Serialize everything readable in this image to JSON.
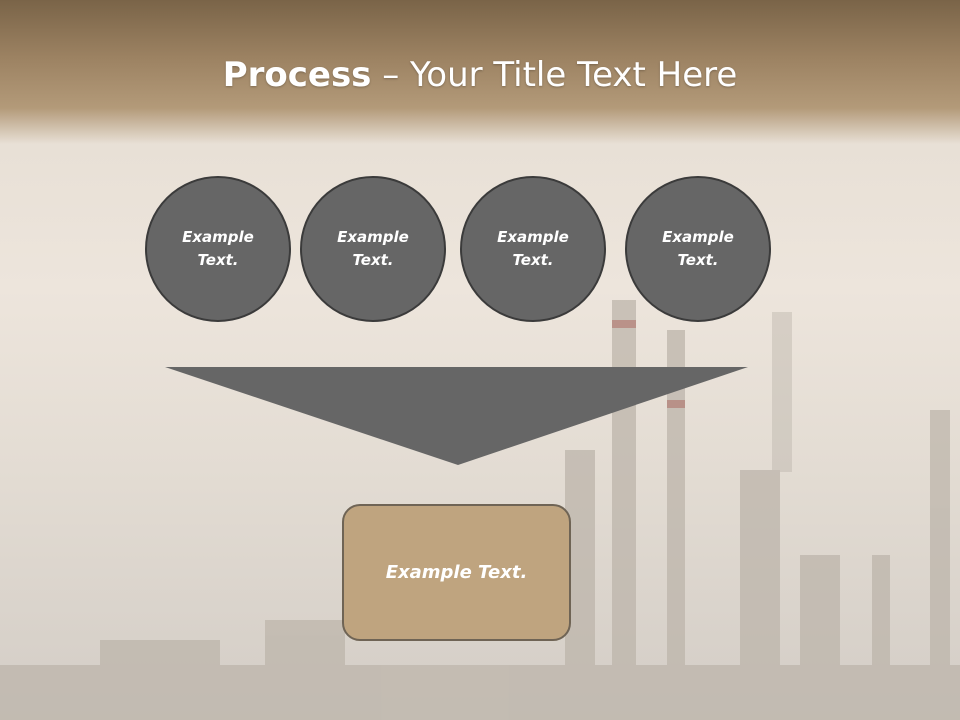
{
  "title": {
    "bold": "Process",
    "rest": " – Your Title Text Here"
  },
  "circles": [
    {
      "text": "Example Text."
    },
    {
      "text": "Example Text."
    },
    {
      "text": "Example Text."
    },
    {
      "text": "Example Text."
    }
  ],
  "result": {
    "text": "Example Text."
  },
  "colors": {
    "header": "#9c8262",
    "circle_fill": "#666666",
    "funnel_fill": "#666666",
    "result_fill": "#bfa47f"
  }
}
